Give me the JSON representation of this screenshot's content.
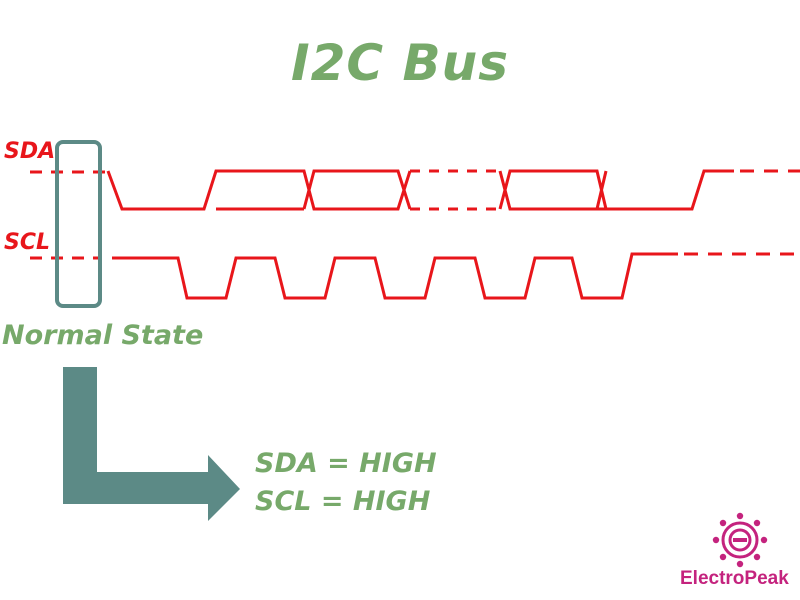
{
  "title": "I2C Bus",
  "signals": {
    "sda": "SDA",
    "scl": "SCL"
  },
  "state_label": "Normal State",
  "result": {
    "line1": "SDA = HIGH",
    "line2": "SCL = HIGH"
  },
  "logo": {
    "text": "ElectroPeak",
    "icon": "gear-circuit-icon"
  },
  "colors": {
    "title": "#77a96a",
    "signal": "#e8161b",
    "highlight": "#5c8a86",
    "logo": "#c4237e"
  }
}
